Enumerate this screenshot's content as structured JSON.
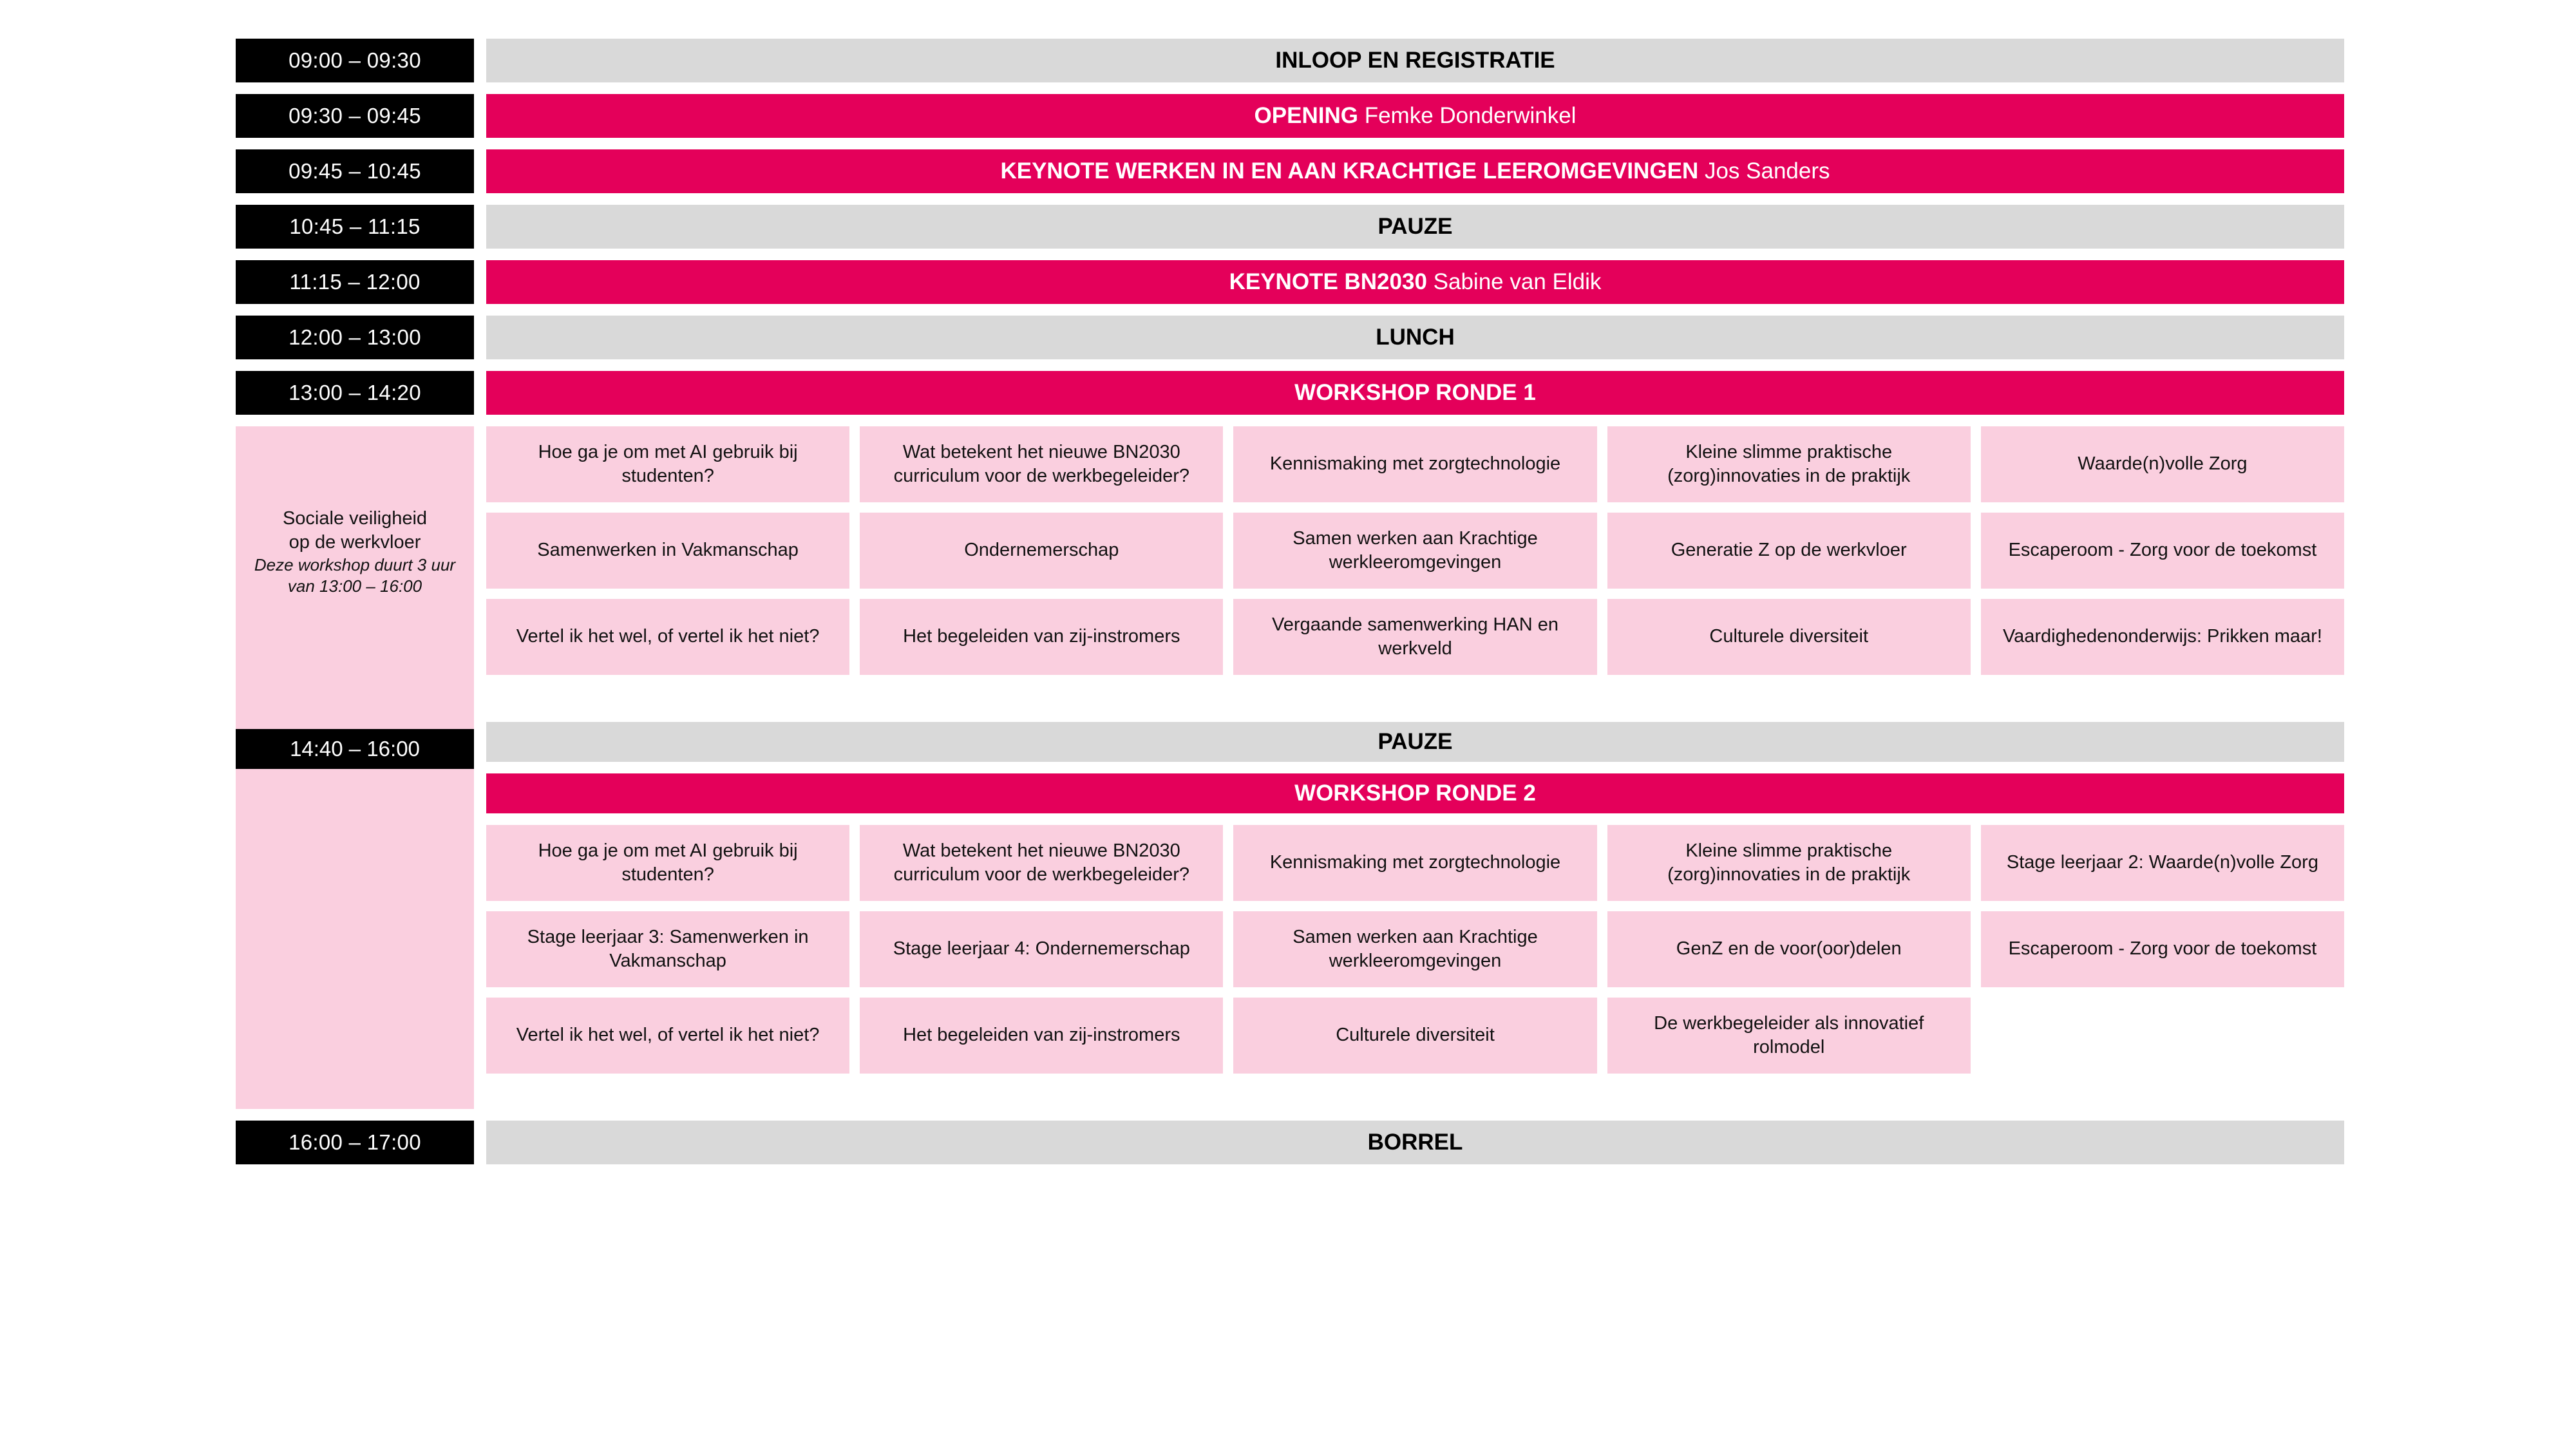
{
  "colors": {
    "accent_magenta": "#e4005a",
    "light_pink": "#facfdf",
    "grey": "#d9d9d9",
    "black": "#000000",
    "white": "#ffffff"
  },
  "rows": [
    {
      "time": "09:00 – 09:30",
      "title": "INLOOP EN REGISTRATIE",
      "speaker": "",
      "style": "grey"
    },
    {
      "time": "09:30 – 09:45",
      "title": "OPENING",
      "speaker": "Femke Donderwinkel",
      "style": "magenta"
    },
    {
      "time": "09:45 – 10:45",
      "title": "KEYNOTE WERKEN IN EN AAN KRACHTIGE LEEROMGEVINGEN",
      "speaker": "Jos Sanders",
      "style": "magenta"
    },
    {
      "time": "10:45 – 11:15",
      "title": "PAUZE",
      "speaker": "",
      "style": "grey"
    },
    {
      "time": "11:15 – 12:00",
      "title": "KEYNOTE BN2030",
      "speaker": "Sabine van Eldik",
      "style": "magenta"
    },
    {
      "time": "12:00 – 13:00",
      "title": "LUNCH",
      "speaker": "",
      "style": "grey"
    }
  ],
  "round1": {
    "time": "13:00 – 14:20",
    "banner_title": "WORKSHOP RONDE 1",
    "sidebar": {
      "title_line1": "Sociale veiligheid",
      "title_line2": "op de werkvloer",
      "note": "Deze workshop duurt 3 uur van 13:00 – 16:00"
    },
    "grid": [
      [
        "Hoe ga je om met AI gebruik bij studenten?",
        "Wat betekent het nieuwe BN2030 curriculum voor de werkbegeleider?",
        "Kennismaking met zorgtechnologie",
        "Kleine slimme praktische (zorg)innovaties in de praktijk",
        "Waarde(n)volle Zorg"
      ],
      [
        "Samenwerken in Vakmanschap",
        "Ondernemerschap",
        "Samen werken aan Krachtige werkleeromgevingen",
        "Generatie Z op de werkvloer",
        "Escaperoom - Zorg voor de toekomst"
      ],
      [
        "Vertel ik het wel, of vertel ik het niet?",
        "Het begeleiden van zij-instromers",
        "Vergaande samenwerking HAN en werkveld",
        "Culturele diversiteit",
        "Vaardighedenonderwijs: Prikken maar!"
      ]
    ]
  },
  "mid_break": {
    "title": "PAUZE"
  },
  "round2": {
    "time": "14:40 – 16:00",
    "banner_title": "WORKSHOP RONDE 2",
    "grid": [
      [
        "Hoe ga je om met AI gebruik bij studenten?",
        "Wat betekent het nieuwe BN2030 curriculum voor de werkbegeleider?",
        "Kennismaking met zorgtechnologie",
        "Kleine slimme praktische (zorg)innovaties in de praktijk",
        "Stage leerjaar 2: Waarde(n)volle Zorg"
      ],
      [
        "Stage leerjaar 3: Samenwerken in Vakmanschap",
        "Stage leerjaar 4: Ondernemerschap",
        "Samen werken aan Krachtige werkleeromgevingen",
        "GenZ en de voor(oor)delen",
        "Escaperoom - Zorg voor de toekomst"
      ],
      [
        "Vertel ik het wel, of vertel ik het niet?",
        "Het begeleiden van zij-instromers",
        "Culturele diversiteit",
        "De werkbegeleider als innovatief rolmodel",
        ""
      ]
    ]
  },
  "closing": {
    "time": "16:00 – 17:00",
    "title": "BORREL",
    "style": "grey"
  }
}
